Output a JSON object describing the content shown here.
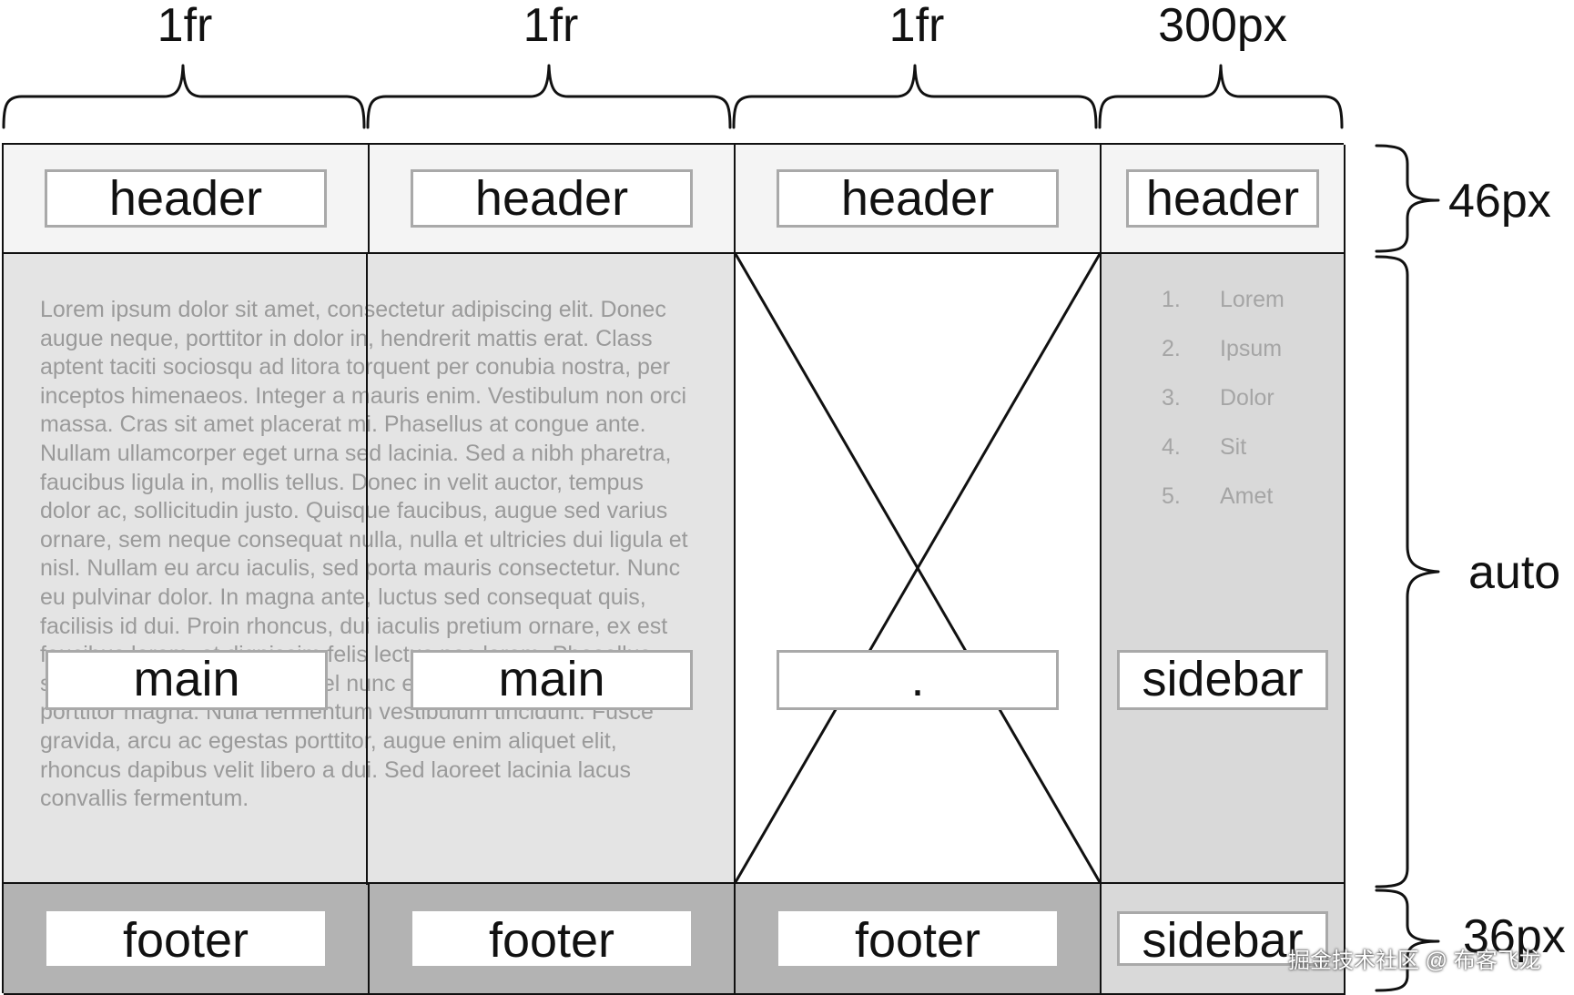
{
  "columns": [
    "1fr",
    "1fr",
    "1fr",
    "300px"
  ],
  "rows": [
    "46px",
    "auto",
    "36px"
  ],
  "grid": {
    "header_labels": [
      "header",
      "header",
      "header",
      "header"
    ],
    "middle_labels": [
      "main",
      "main",
      ".",
      "sidebar"
    ],
    "footer_labels": [
      "footer",
      "footer",
      "footer",
      "sidebar"
    ]
  },
  "main_text": "Lorem ipsum dolor sit amet, consectetur adipiscing elit. Donec augue neque, porttitor in dolor in, hendrerit mattis erat. Class aptent taciti sociosqu ad litora torquent per conubia nostra, per inceptos himenaeos. Integer a mauris enim. Vestibulum non orci massa. Cras sit amet placerat mi. Phasellus at congue ante. Nullam ullamcorper eget urna sed lacinia. Sed a nibh pharetra, faucibus ligula in, mollis tellus. Donec in velit auctor, tempus dolor ac, sollicitudin justo. Quisque faucibus, augue sed varius ornare, sem neque consequat nulla, nulla et ultricies dui ligula et nisl. Nullam eu arcu iaculis, sed porta mauris consectetur. Nunc eu pulvinar dolor. In magna ante, luctus sed consequat quis, facilisis id dui. Proin rhoncus, dui iaculis pretium ornare, ex est faucibus lorem, et dignissim felis lectus nec lorem. Phasellus sagittis interdum purus. Ut vel nunc eu erat finibus finibus vitae porttitor magna. Nulla fermentum vestibulum tincidunt. Fusce gravida, arcu ac egestas porttitor, augue enim aliquet elit, rhoncus dapibus velit libero a dui. Sed laoreet lacinia lacus convallis fermentum.",
  "sidebar_list": [
    {
      "num": "1.",
      "text": "Lorem"
    },
    {
      "num": "2.",
      "text": "Ipsum"
    },
    {
      "num": "3.",
      "text": "Dolor"
    },
    {
      "num": "4.",
      "text": "Sit"
    },
    {
      "num": "5.",
      "text": "Amet"
    }
  ],
  "watermark": "掘金技术社区 @ 布客飞龙",
  "colors": {
    "header_bg": "#f4f4f4",
    "main_bg": "#e4e4e4",
    "sidebar_bg": "#d9d9d9",
    "footer_bg": "#b3b3b3",
    "line": "#111111"
  }
}
